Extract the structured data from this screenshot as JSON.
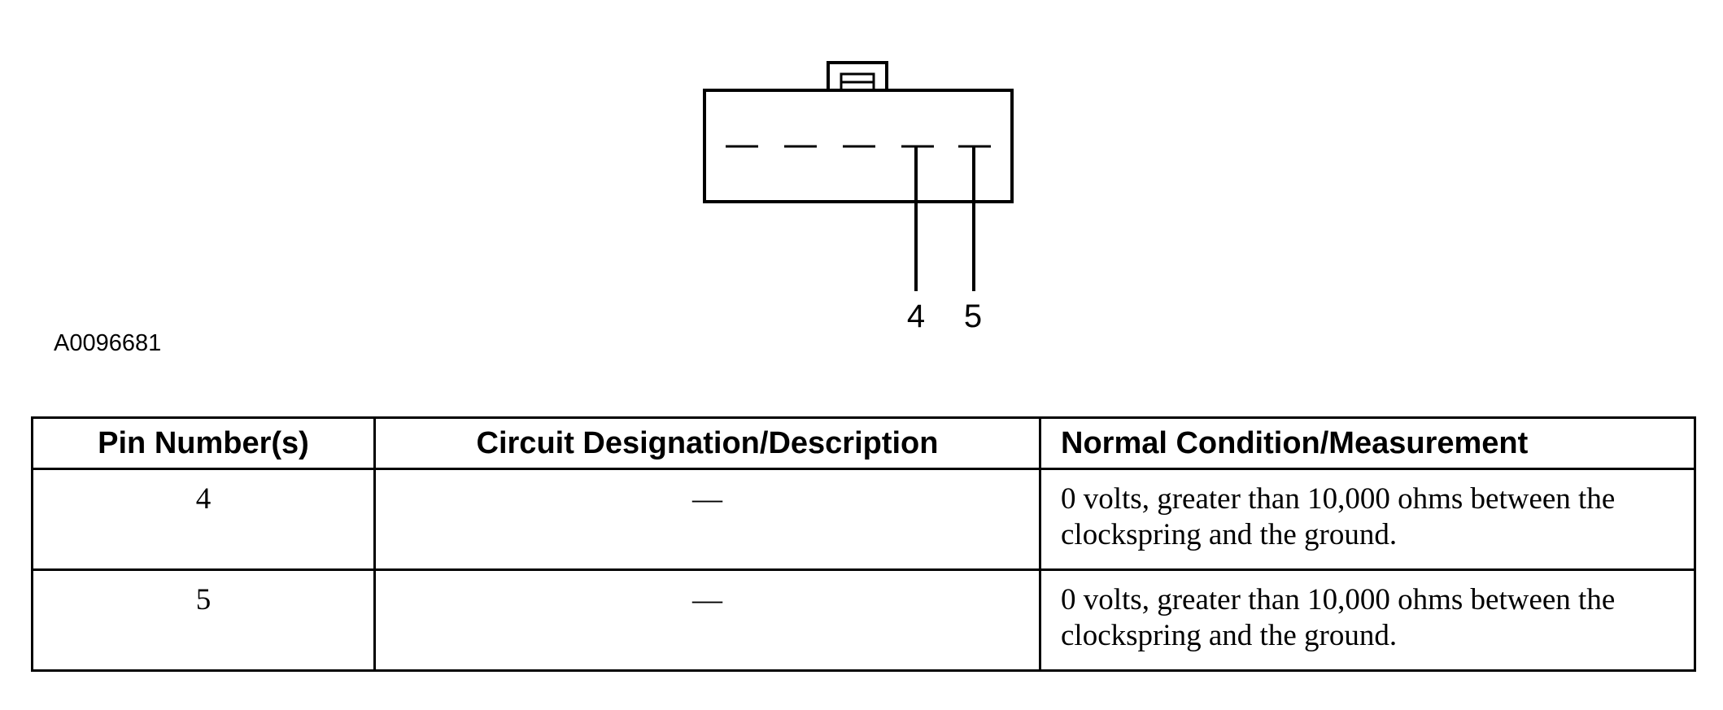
{
  "diagram": {
    "pin_labels": [
      "4",
      "5"
    ],
    "figure_id": "A0096681"
  },
  "table": {
    "headers": {
      "pin": "Pin Number(s)",
      "circuit": "Circuit Designation/Description",
      "condition": "Normal Condition/Measurement"
    },
    "rows": [
      {
        "pin": "4",
        "circuit": "—",
        "condition": "0 volts, greater than 10,000 ohms between the clockspring and the ground."
      },
      {
        "pin": "5",
        "circuit": "—",
        "condition": "0 volts, greater than 10,000 ohms between the clockspring and the ground."
      }
    ]
  }
}
